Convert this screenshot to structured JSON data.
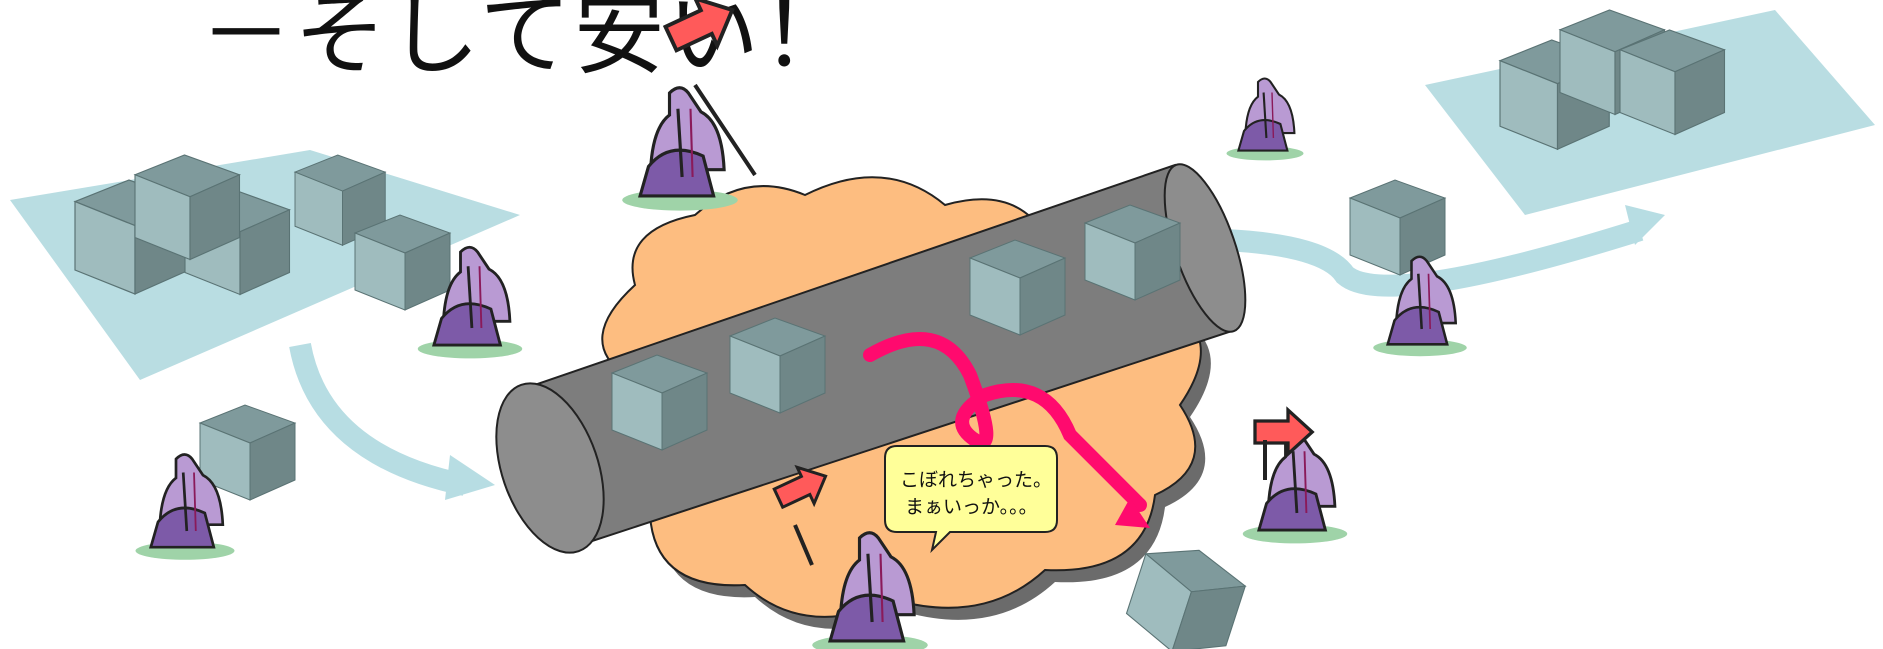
{
  "title": "－そして安い！",
  "speech_bubble": {
    "line1": "こぼれちゃった。",
    "line2": "まぁいっか。。。"
  },
  "colors": {
    "platform": "#b9dde2",
    "cube_top": "#7f9a9c",
    "cube_front": "#9fbcbe",
    "cube_side": "#6f8788",
    "pipe": "#7d7d7d",
    "cloud": "#fdbd80",
    "arrow_flow": "#b7dde3",
    "spill_line": "#ff0a6e",
    "sign": "#ff5a5a",
    "bubble": "#ffff99",
    "figure": "#b99ad3"
  },
  "icons": [
    "cube-icon",
    "figure-icon",
    "arrow-sign-icon",
    "cloud-icon",
    "pipe-icon"
  ]
}
